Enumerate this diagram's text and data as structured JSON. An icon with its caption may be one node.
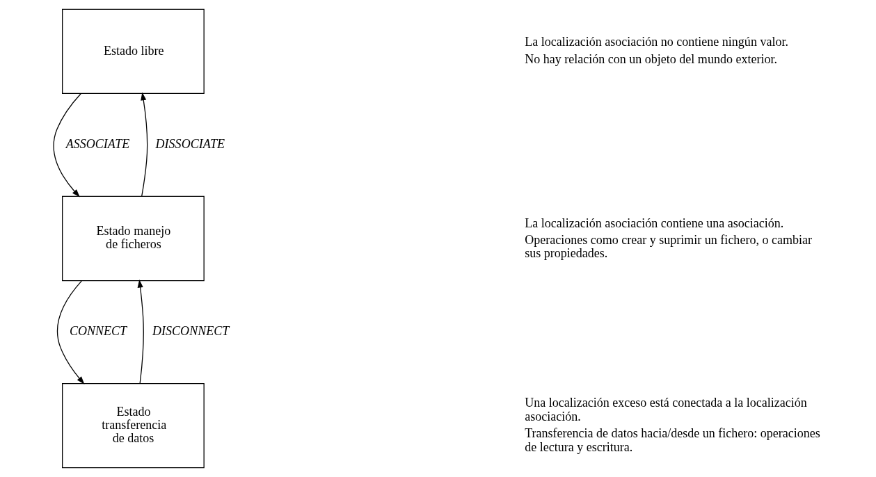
{
  "diagram": {
    "nodes": [
      {
        "text": [
          "Estado libre"
        ],
        "beside": [
          "La localización asociación no contiene ningún valor.",
          "No hay relación con un objeto del mundo exterior."
        ]
      },
      {
        "text": [
          "Estado manejo de ficheros"
        ],
        "beside": [
          "La localización asociación contiene una asociación.",
          "Operaciones como crear y suprimir un fichero, o cambiar sus propiedades."
        ]
      },
      {
        "text": [
          "Estado transferencia de datos"
        ],
        "beside": [
          "Una localización exceso está conectada a la localización asociación.",
          "Transferencia de datos hacia/desde un fichero: operaciones de lectura y escritura."
        ]
      }
    ],
    "edges": [
      {
        "from": 0,
        "to": 1,
        "arrow": "to",
        "label": "ASSOCIATE"
      },
      {
        "from": 1,
        "to": 0,
        "arrow": "to",
        "label": "DISSOCIATE"
      },
      {
        "from": 1,
        "to": 2,
        "arrow": "to",
        "label": "CONNECT"
      },
      {
        "from": 2,
        "to": 1,
        "arrow": "to",
        "label": "DISCONNECT"
      }
    ]
  }
}
